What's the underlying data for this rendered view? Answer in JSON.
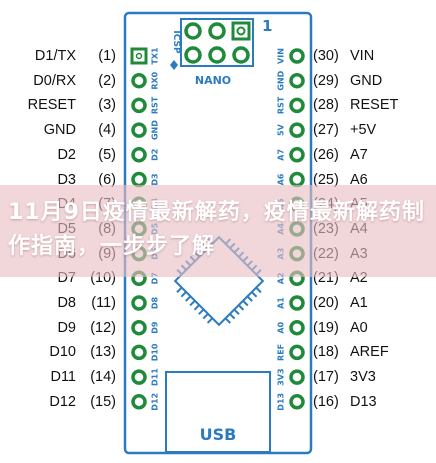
{
  "header": {
    "label": "1"
  },
  "board": {
    "icsp_label": "ICSP",
    "nano_label": "NANO",
    "usb_label": "USB",
    "color": "#2b7bc0",
    "pin_color": "#1f8a3a"
  },
  "left_pins": [
    {
      "name": "D1/TX",
      "num": "(1)",
      "silk": "TX1"
    },
    {
      "name": "D0/RX",
      "num": "(2)",
      "silk": "RX0"
    },
    {
      "name": "RESET",
      "num": "(3)",
      "silk": "RST"
    },
    {
      "name": "GND",
      "num": "(4)",
      "silk": "GND"
    },
    {
      "name": "D2",
      "num": "(5)",
      "silk": "D2"
    },
    {
      "name": "D3",
      "num": "(6)",
      "silk": "D3"
    },
    {
      "name": "D4",
      "num": "(7)",
      "silk": "D4"
    },
    {
      "name": "D5",
      "num": "(8)",
      "silk": "D5"
    },
    {
      "name": "D6",
      "num": "(9)",
      "silk": "D6"
    },
    {
      "name": "D7",
      "num": "(10)",
      "silk": "D7"
    },
    {
      "name": "D8",
      "num": "(11)",
      "silk": "D8"
    },
    {
      "name": "D9",
      "num": "(12)",
      "silk": "D9"
    },
    {
      "name": "D10",
      "num": "(13)",
      "silk": "D10"
    },
    {
      "name": "D11",
      "num": "(14)",
      "silk": "D11"
    },
    {
      "name": "D12",
      "num": "(15)",
      "silk": "D12"
    }
  ],
  "right_pins": [
    {
      "name": "VIN",
      "num": "(30)",
      "silk": "VIN"
    },
    {
      "name": "GND",
      "num": "(29)",
      "silk": "GND"
    },
    {
      "name": "RESET",
      "num": "(28)",
      "silk": "RST"
    },
    {
      "name": "+5V",
      "num": "(27)",
      "silk": "5V"
    },
    {
      "name": "A7",
      "num": "(26)",
      "silk": "A7"
    },
    {
      "name": "A6",
      "num": "(25)",
      "silk": "A6"
    },
    {
      "name": "A5",
      "num": "(24)",
      "silk": "A5"
    },
    {
      "name": "A4",
      "num": "(23)",
      "silk": "A4"
    },
    {
      "name": "A3",
      "num": "(22)",
      "silk": "A3"
    },
    {
      "name": "A2",
      "num": "(21)",
      "silk": "A2"
    },
    {
      "name": "A1",
      "num": "(20)",
      "silk": "A1"
    },
    {
      "name": "A0",
      "num": "(19)",
      "silk": "A0"
    },
    {
      "name": "AREF",
      "num": "(18)",
      "silk": "REF"
    },
    {
      "name": "3V3",
      "num": "(17)",
      "silk": "3V3"
    },
    {
      "name": "D13",
      "num": "(16)",
      "silk": "D13"
    }
  ],
  "overlay": {
    "text": "11月9日疫情最新解药，疫情最新解药制作指南，一步步了解"
  }
}
